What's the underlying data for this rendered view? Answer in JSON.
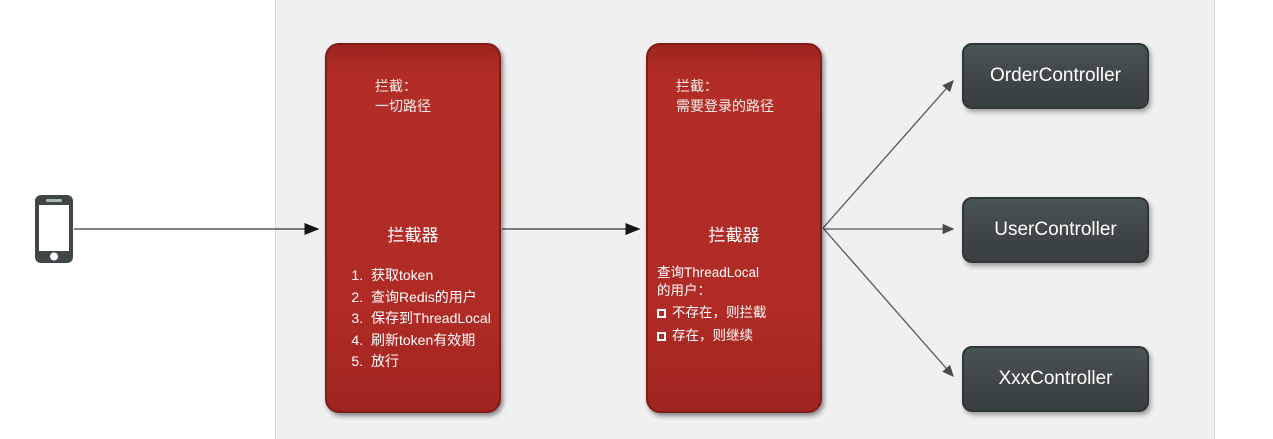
{
  "client": {
    "icon": "smartphone-icon"
  },
  "interceptor_all": {
    "header_line1": "拦截：",
    "header_line2": "一切路径",
    "title": "拦截器",
    "steps": [
      "获取token",
      "查询Redis的用户",
      "保存到ThreadLocal",
      "刷新token有效期",
      "放行"
    ]
  },
  "interceptor_login": {
    "header_line1": "拦截：",
    "header_line2": "需要登录的路径",
    "title": "拦截器",
    "note_line1": "查询ThreadLocal",
    "note_line2": "的用户：",
    "checks": [
      "不存在，则拦截",
      "存在，则继续"
    ]
  },
  "controllers": [
    "OrderController",
    "UserController",
    "XxxController"
  ],
  "colors": {
    "interceptor_fill": "#b02b26",
    "interceptor_border": "#801b17",
    "controller_fill": "#414a4b",
    "controller_border": "#2f3637",
    "panel_bg": "#f0f0f1",
    "arrow": "#54585a",
    "text": "#ffffff"
  }
}
